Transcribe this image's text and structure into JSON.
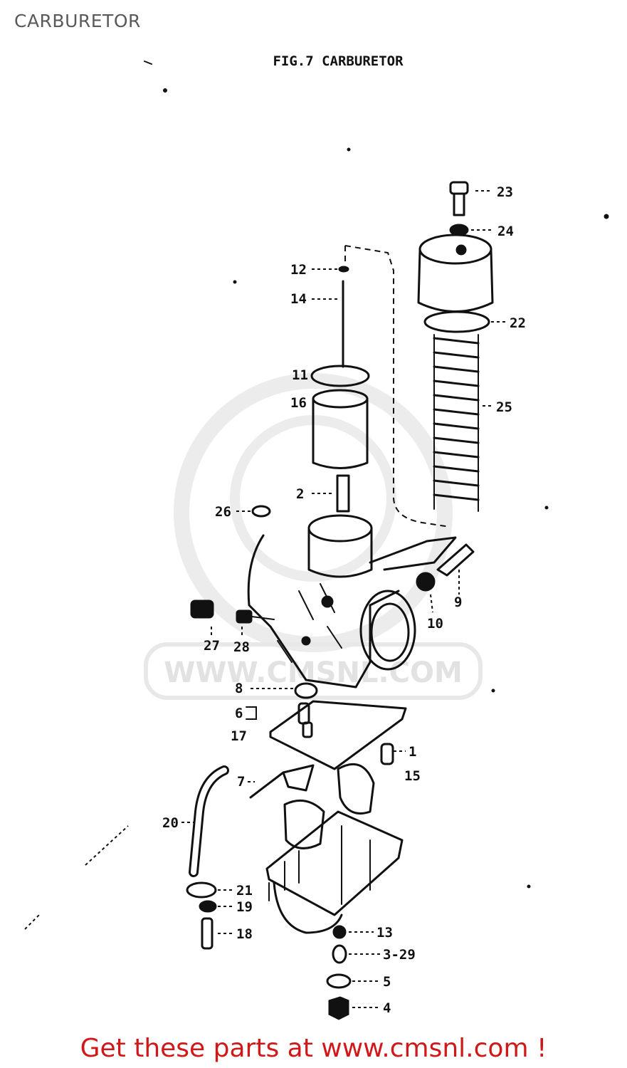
{
  "page": {
    "title": "CARBURETOR"
  },
  "figure": {
    "caption": "FIG.7  CARBURETOR",
    "callouts": {
      "c23": "23",
      "c24": "24",
      "c22": "22",
      "c25": "25",
      "c12": "12",
      "c14": "14",
      "c11": "11",
      "c16": "16",
      "c2": "2",
      "c26": "26",
      "c9": "9",
      "c10": "10",
      "c27": "27",
      "c28": "28",
      "c8": "8",
      "c6": "6",
      "c17": "17",
      "c1": "1",
      "c15": "15",
      "c7": "7",
      "c20": "20",
      "c21": "21",
      "c19": "19",
      "c18": "18",
      "c13": "13",
      "c3_29": "3-29",
      "c5": "5",
      "c4": "4"
    }
  },
  "watermark": {
    "text": "WWW.CMSNL.COM"
  },
  "footer": {
    "text": "Get these parts at www.cmsnl.com !",
    "color": "#d01818"
  }
}
